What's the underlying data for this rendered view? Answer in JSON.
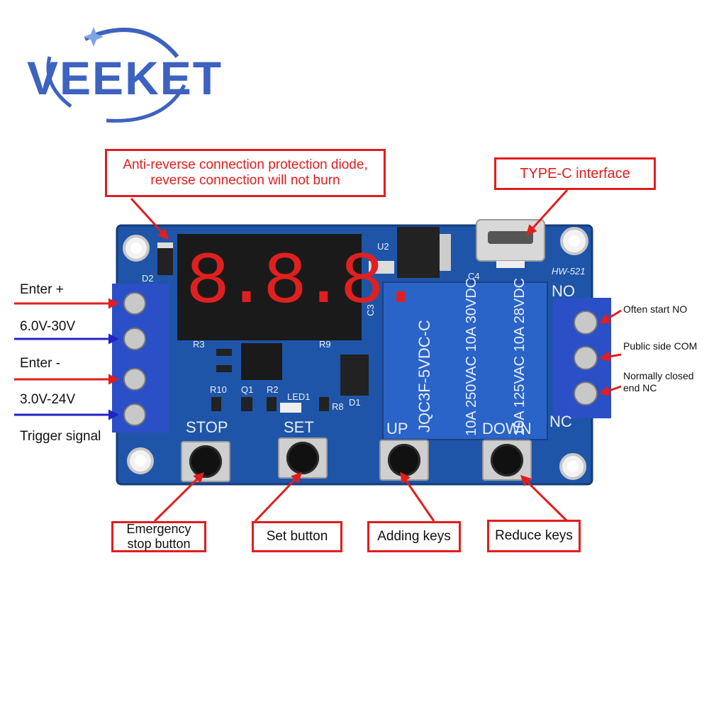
{
  "logo": {
    "text": "VEEKET",
    "color": "#3d62c0"
  },
  "callouts": {
    "diode": "Anti-reverse connection protection diode, reverse connection will not burn",
    "type_c": "TYPE-C interface",
    "emergency": "Emergency stop button",
    "set": "Set button",
    "adding": "Adding keys",
    "reduce": "Reduce keys"
  },
  "input_labels": {
    "enter_plus": "Enter +",
    "voltage_power": "6.0V-30V",
    "enter_minus": "Enter -",
    "voltage_trigger": "3.0V-24V",
    "trigger": "Trigger signal"
  },
  "output_labels": {
    "no": "Often start NO",
    "com": "Public side COM",
    "nc": "Normally closed end NC"
  },
  "board": {
    "model": "HW-521",
    "relay_model": "JQC3F-5VDC-C",
    "relay_rating_1": "10A 250VAC 10A 30VDC",
    "relay_rating_2": "10A 125VAC 10A 28VDC",
    "buttons": {
      "stop": "STOP",
      "set": "SET",
      "up": "UP",
      "down": "DOWN"
    },
    "silk": {
      "d2": "D2",
      "u2": "U2",
      "c3": "C3",
      "c4": "C4",
      "r3": "R3",
      "r9": "R9",
      "r10": "R10",
      "q1": "Q1",
      "r2": "R2",
      "led1": "LED1",
      "r8": "R8",
      "d1": "D1",
      "no": "NO",
      "nc": "NC"
    },
    "display": "8.8.8."
  },
  "colors": {
    "callout": "#e21d1d",
    "red_wire": "#e21d1d",
    "blue_wire": "#2323c8",
    "board": "#1f55a8",
    "relay": "#2a64c8",
    "terminal": "#2b4fc6"
  }
}
